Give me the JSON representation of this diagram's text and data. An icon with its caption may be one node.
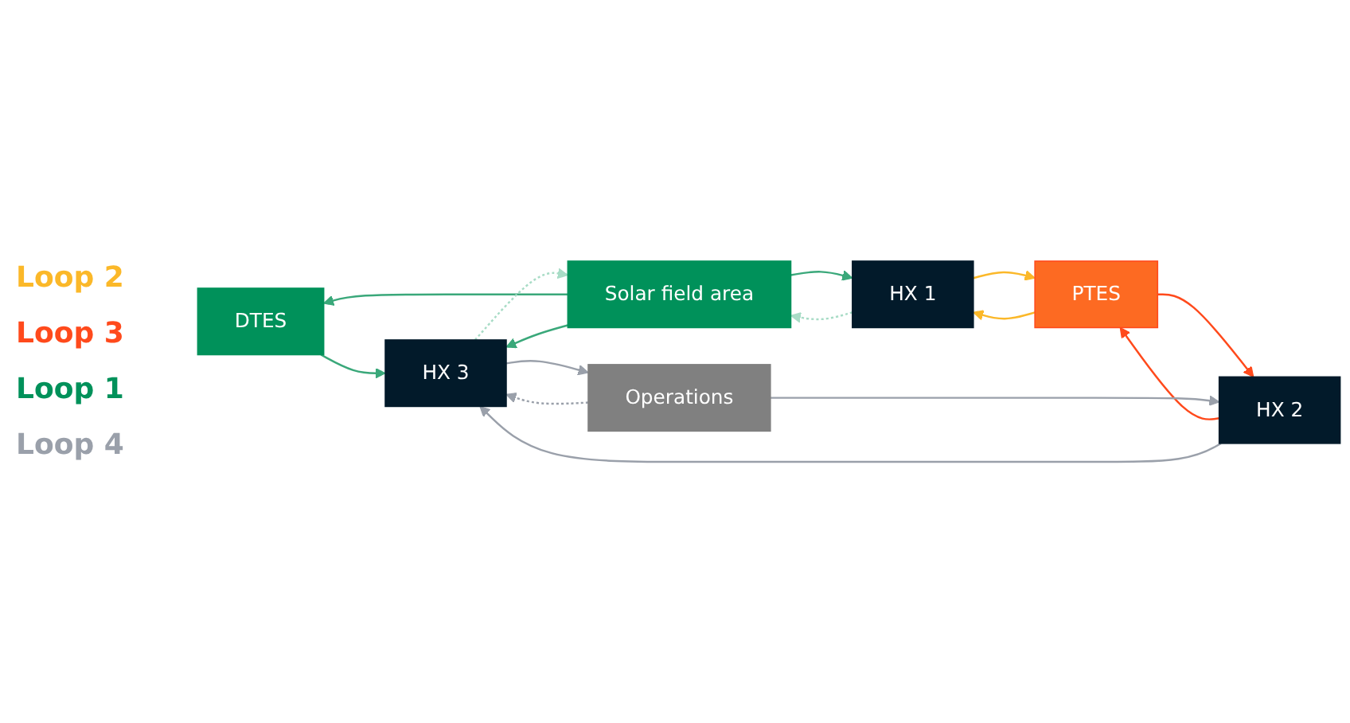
{
  "diagram": {
    "nodes": [
      {
        "text": [
          "DTES"
        ]
      },
      {
        "text": [
          "PTES"
        ]
      },
      {
        "text": [
          "HX 1"
        ]
      },
      {
        "text": [
          "Solar field area"
        ]
      },
      {
        "text": [
          "HX 2"
        ]
      },
      {
        "text": [
          "Operations"
        ]
      },
      {
        "text": [
          "HX 3"
        ]
      }
    ],
    "edges": [
      {
        "from": 3,
        "to": 0,
        "arrow": "to",
        "color": "#3aa87a"
      },
      {
        "from": 3,
        "to": 2,
        "arrow": "to",
        "color": "#3aa87a"
      },
      {
        "from": 3,
        "to": 6,
        "arrow": "to",
        "color": "#3aa87a"
      },
      {
        "from": 0,
        "to": 6,
        "arrow": "to",
        "color": "#3aa87a"
      },
      {
        "from": 2,
        "to": 3,
        "arrow": "to",
        "style": "dashed",
        "color": "#a8dcc6"
      },
      {
        "from": 6,
        "to": 3,
        "arrow": "to",
        "style": "dashed",
        "color": "#a8dcc6"
      },
      {
        "from": 2,
        "to": 1,
        "arrow": "to",
        "color": "#fbb829"
      },
      {
        "from": 1,
        "to": 2,
        "arrow": "to",
        "color": "#fbb829"
      },
      {
        "from": 1,
        "to": 4,
        "arrow": "to",
        "color": "#ff4a1c"
      },
      {
        "from": 4,
        "to": 1,
        "arrow": "to",
        "color": "#ff4a1c"
      },
      {
        "from": 6,
        "to": 5,
        "arrow": "to",
        "color": "#9aa0aa"
      },
      {
        "from": 5,
        "to": 4,
        "arrow": "to",
        "color": "#9aa0aa"
      },
      {
        "from": 4,
        "to": 6,
        "arrow": "to",
        "color": "#9aa0aa"
      },
      {
        "from": 5,
        "to": 6,
        "arrow": "to",
        "style": "dashed",
        "color": "#9aa0aa"
      }
    ],
    "labels": [
      "Loop 2",
      "Loop 3",
      "Loop 1",
      "Loop 4"
    ]
  }
}
